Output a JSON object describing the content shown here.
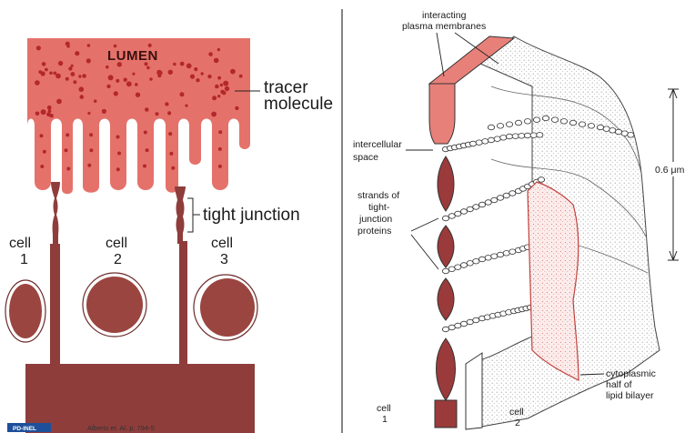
{
  "left_panel": {
    "lumen_label": "LUMEN",
    "tracer_label": [
      "tracer",
      "molecule"
    ],
    "tight_junction_label": "tight junction",
    "cells": [
      {
        "line1": "cell",
        "line2": "1"
      },
      {
        "line1": "cell",
        "line2": "2"
      },
      {
        "line1": "cell",
        "line2": "3"
      }
    ]
  },
  "right_panel": {
    "membranes_label": [
      "interacting",
      "plasma membranes"
    ],
    "intercellular_label": [
      "intercellular",
      "space"
    ],
    "strands_label": [
      "strands of",
      "tight-",
      "junction",
      "proteins"
    ],
    "scale_label": "0.6 μm",
    "cytoplasmic_label": [
      "cytoplasmic",
      "half of",
      "lipid bilayer"
    ],
    "cells": [
      {
        "line1": "cell",
        "line2": "1"
      },
      {
        "line1": "cell",
        "line2": "2"
      }
    ]
  },
  "credit": {
    "badge": "PD-INEL",
    "text": "Alberts et. Al. p. 794-5"
  },
  "colors": {
    "tracer_fill": "#e5726a",
    "tracer_dot": "#b3282a",
    "cell_wall": "#8e3d3b",
    "nucleus": "#9a4540",
    "membrane_pink": "#e8807a",
    "junction_dark": "#9b3a3a"
  }
}
